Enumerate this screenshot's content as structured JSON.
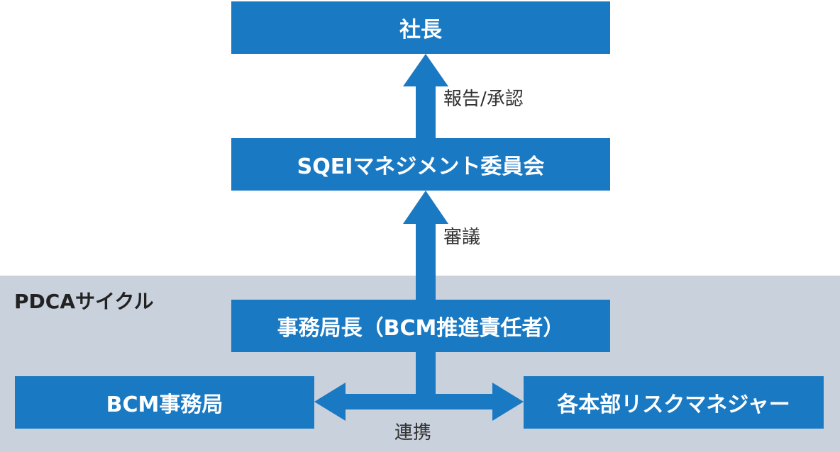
{
  "region": {
    "label": "PDCAサイクル"
  },
  "boxes": {
    "president": "社長",
    "committee": "SQEIマネジメント委員会",
    "secretariat_head": "事務局長（BCM推進責任者）",
    "bcm_office": "BCM事務局",
    "risk_managers": "各本部リスクマネジャー"
  },
  "edge_labels": {
    "report_approval": "報告/承認",
    "deliberation": "審議",
    "cooperation": "連携"
  },
  "colors": {
    "box_fill": "#1a79c3",
    "box_text": "#ffffff",
    "region_fill": "#c8d1dc",
    "arrow": "#1a79c3"
  }
}
